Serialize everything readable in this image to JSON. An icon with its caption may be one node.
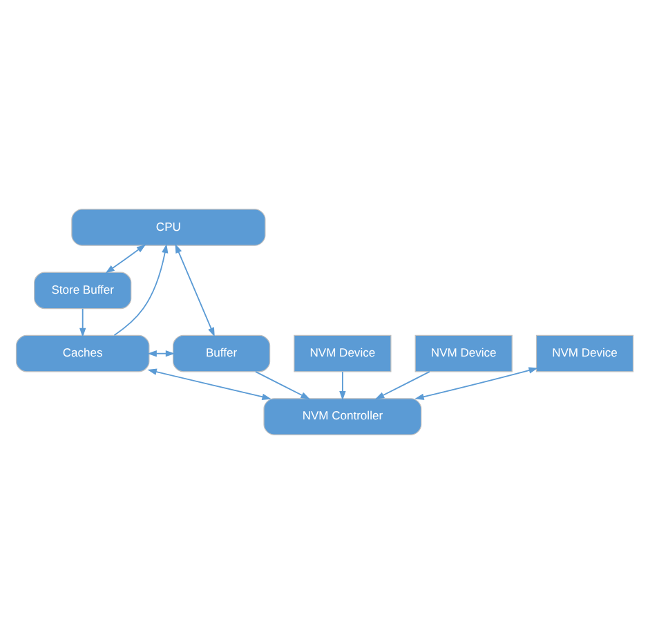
{
  "diagram": {
    "nodes": [
      {
        "text": [
          "CPU"
        ]
      },
      {
        "text": [
          "Store Buffer"
        ]
      },
      {
        "text": [
          "Caches"
        ]
      },
      {
        "text": [
          "Buffer"
        ]
      },
      {
        "text": [
          "NVM Controller"
        ]
      },
      {
        "text": [
          "NVM Device"
        ]
      },
      {
        "text": [
          "NVM Device"
        ]
      },
      {
        "text": [
          "NVM Device"
        ]
      }
    ],
    "edges": [
      {
        "from": 0,
        "to": 1,
        "arrow": "both"
      },
      {
        "from": 1,
        "to": 2,
        "arrow": "to"
      },
      {
        "from": 2,
        "to": 0,
        "arrow": "to"
      },
      {
        "from": 0,
        "to": 3,
        "arrow": "both"
      },
      {
        "from": 2,
        "to": 3,
        "arrow": "both"
      },
      {
        "from": 2,
        "to": 4,
        "arrow": "both"
      },
      {
        "from": 3,
        "to": 4,
        "arrow": "to"
      },
      {
        "from": 5,
        "to": 4,
        "arrow": "to"
      },
      {
        "from": 6,
        "to": 4,
        "arrow": "to"
      },
      {
        "from": 7,
        "to": 4,
        "arrow": "both"
      }
    ]
  }
}
